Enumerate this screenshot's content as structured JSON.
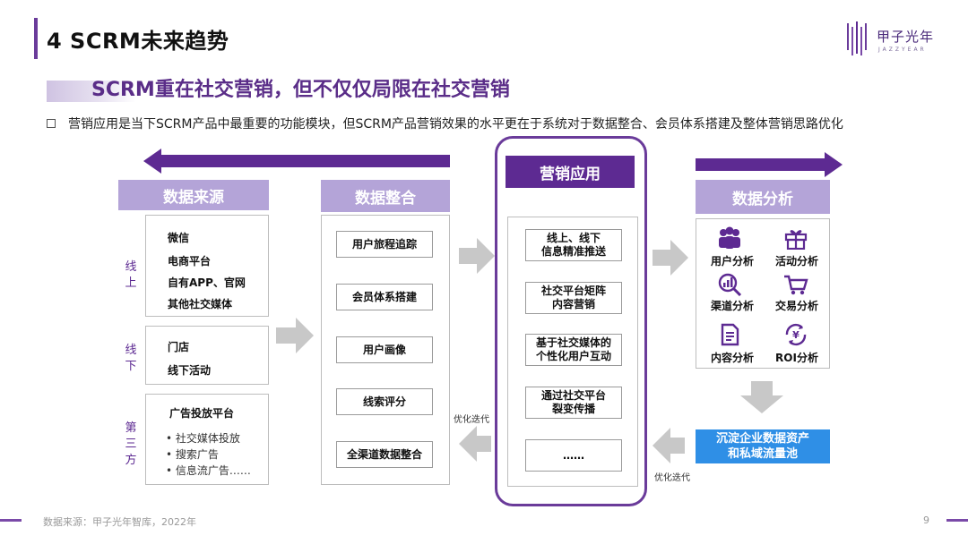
{
  "header": {
    "title": "4 SCRM未来趋势",
    "subtitle": "SCRM重在社交营销，但不仅仅局限在社交营销",
    "bullet": "营销应用是当下SCRM产品中最重要的功能模块，但SCRM产品营销效果的水平更在于系统对于数据整合、会员体系搭建及整体营销思路优化"
  },
  "logo": {
    "name": "甲子光年",
    "sub": "JAZZYEAR"
  },
  "data_source": {
    "header": "数据来源",
    "online_label": "线上",
    "online_items": [
      "微信",
      "电商平台",
      "自有APP、官网",
      "其他社交媒体"
    ],
    "offline_label": "线下",
    "offline_items": [
      "门店",
      "线下活动"
    ],
    "third_label": "第三方",
    "third_title": "广告投放平台",
    "third_items": [
      "• 社交媒体投放",
      "• 搜索广告",
      "• 信息流广告……"
    ]
  },
  "data_integration": {
    "header": "数据整合",
    "items": [
      "用户旅程追踪",
      "会员体系搭建",
      "用户画像",
      "线索评分",
      "全渠道数据整合"
    ]
  },
  "marketing": {
    "header": "营销应用",
    "items": [
      [
        "线上、线下",
        "信息精准推送"
      ],
      [
        "社交平台矩阵",
        "内容营销"
      ],
      [
        "基于社交媒体的",
        "个性化用户互动"
      ],
      [
        "通过社交平台",
        "裂变传播"
      ],
      [
        "……",
        ""
      ]
    ]
  },
  "data_analysis": {
    "header": "数据分析",
    "items": [
      {
        "label": "用户分析",
        "icon": "users-icon"
      },
      {
        "label": "活动分析",
        "icon": "gift-icon"
      },
      {
        "label": "渠道分析",
        "icon": "channel-search-icon"
      },
      {
        "label": "交易分析",
        "icon": "cart-icon"
      },
      {
        "label": "内容分析",
        "icon": "document-icon"
      },
      {
        "label": "ROI分析",
        "icon": "yen-cycle-icon"
      }
    ]
  },
  "pool": {
    "line1": "沉淀企业数据资产",
    "line2": "和私域流量池"
  },
  "iteration_labels": {
    "left": "优化迭代",
    "right": "优化迭代"
  },
  "footer": {
    "source": "数据来源：甲子光年智库，2022年",
    "page": "9"
  },
  "colors": {
    "purple_dark": "#5d2a92",
    "purple_light": "#b4a4d8",
    "blue": "#2f8fe6",
    "gray_arrow": "#c8c8c8"
  }
}
